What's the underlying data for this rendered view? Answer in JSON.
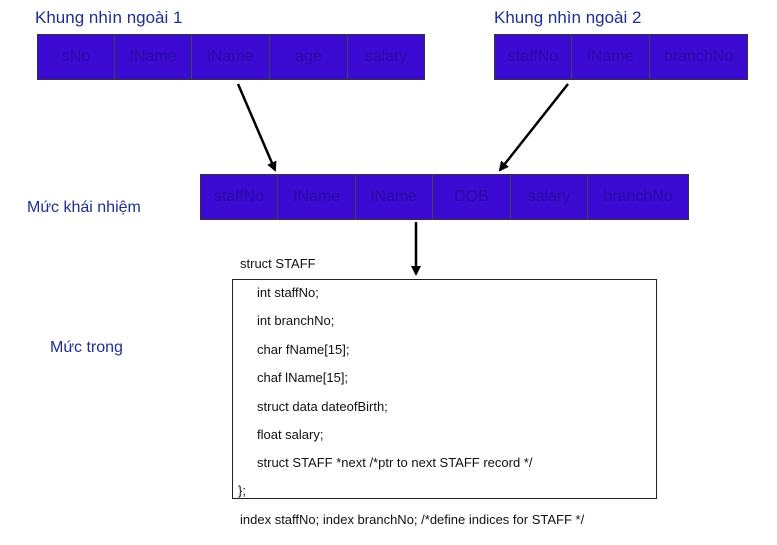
{
  "external1": {
    "title": "Khung  nhìn ngoài 1",
    "fields": [
      "sNo",
      "fName",
      "lName",
      "age",
      "salary"
    ]
  },
  "external2": {
    "title": "Khung nhìn ngoài 2",
    "fields": [
      "staffNo",
      "lName",
      "branchNo"
    ]
  },
  "conceptual": {
    "title": "Mức khái nhiệm",
    "fields": [
      "staffNo",
      "fName",
      "lName",
      "DOB",
      "salary",
      "branchNo"
    ]
  },
  "internal": {
    "title": "Mức trong",
    "struct_header": "struct STAFF",
    "lines": [
      "int staffNo;",
      "int branchNo;",
      "char fName[15];",
      "chaf lName[15];",
      "struct data dateofBirth;",
      "float salary;",
      "struct STAFF *next    /*ptr to next STAFF record */"
    ],
    "closing": "};",
    "index_line": "index staffNo; index branchNo; /*define indices for STAFF */"
  }
}
